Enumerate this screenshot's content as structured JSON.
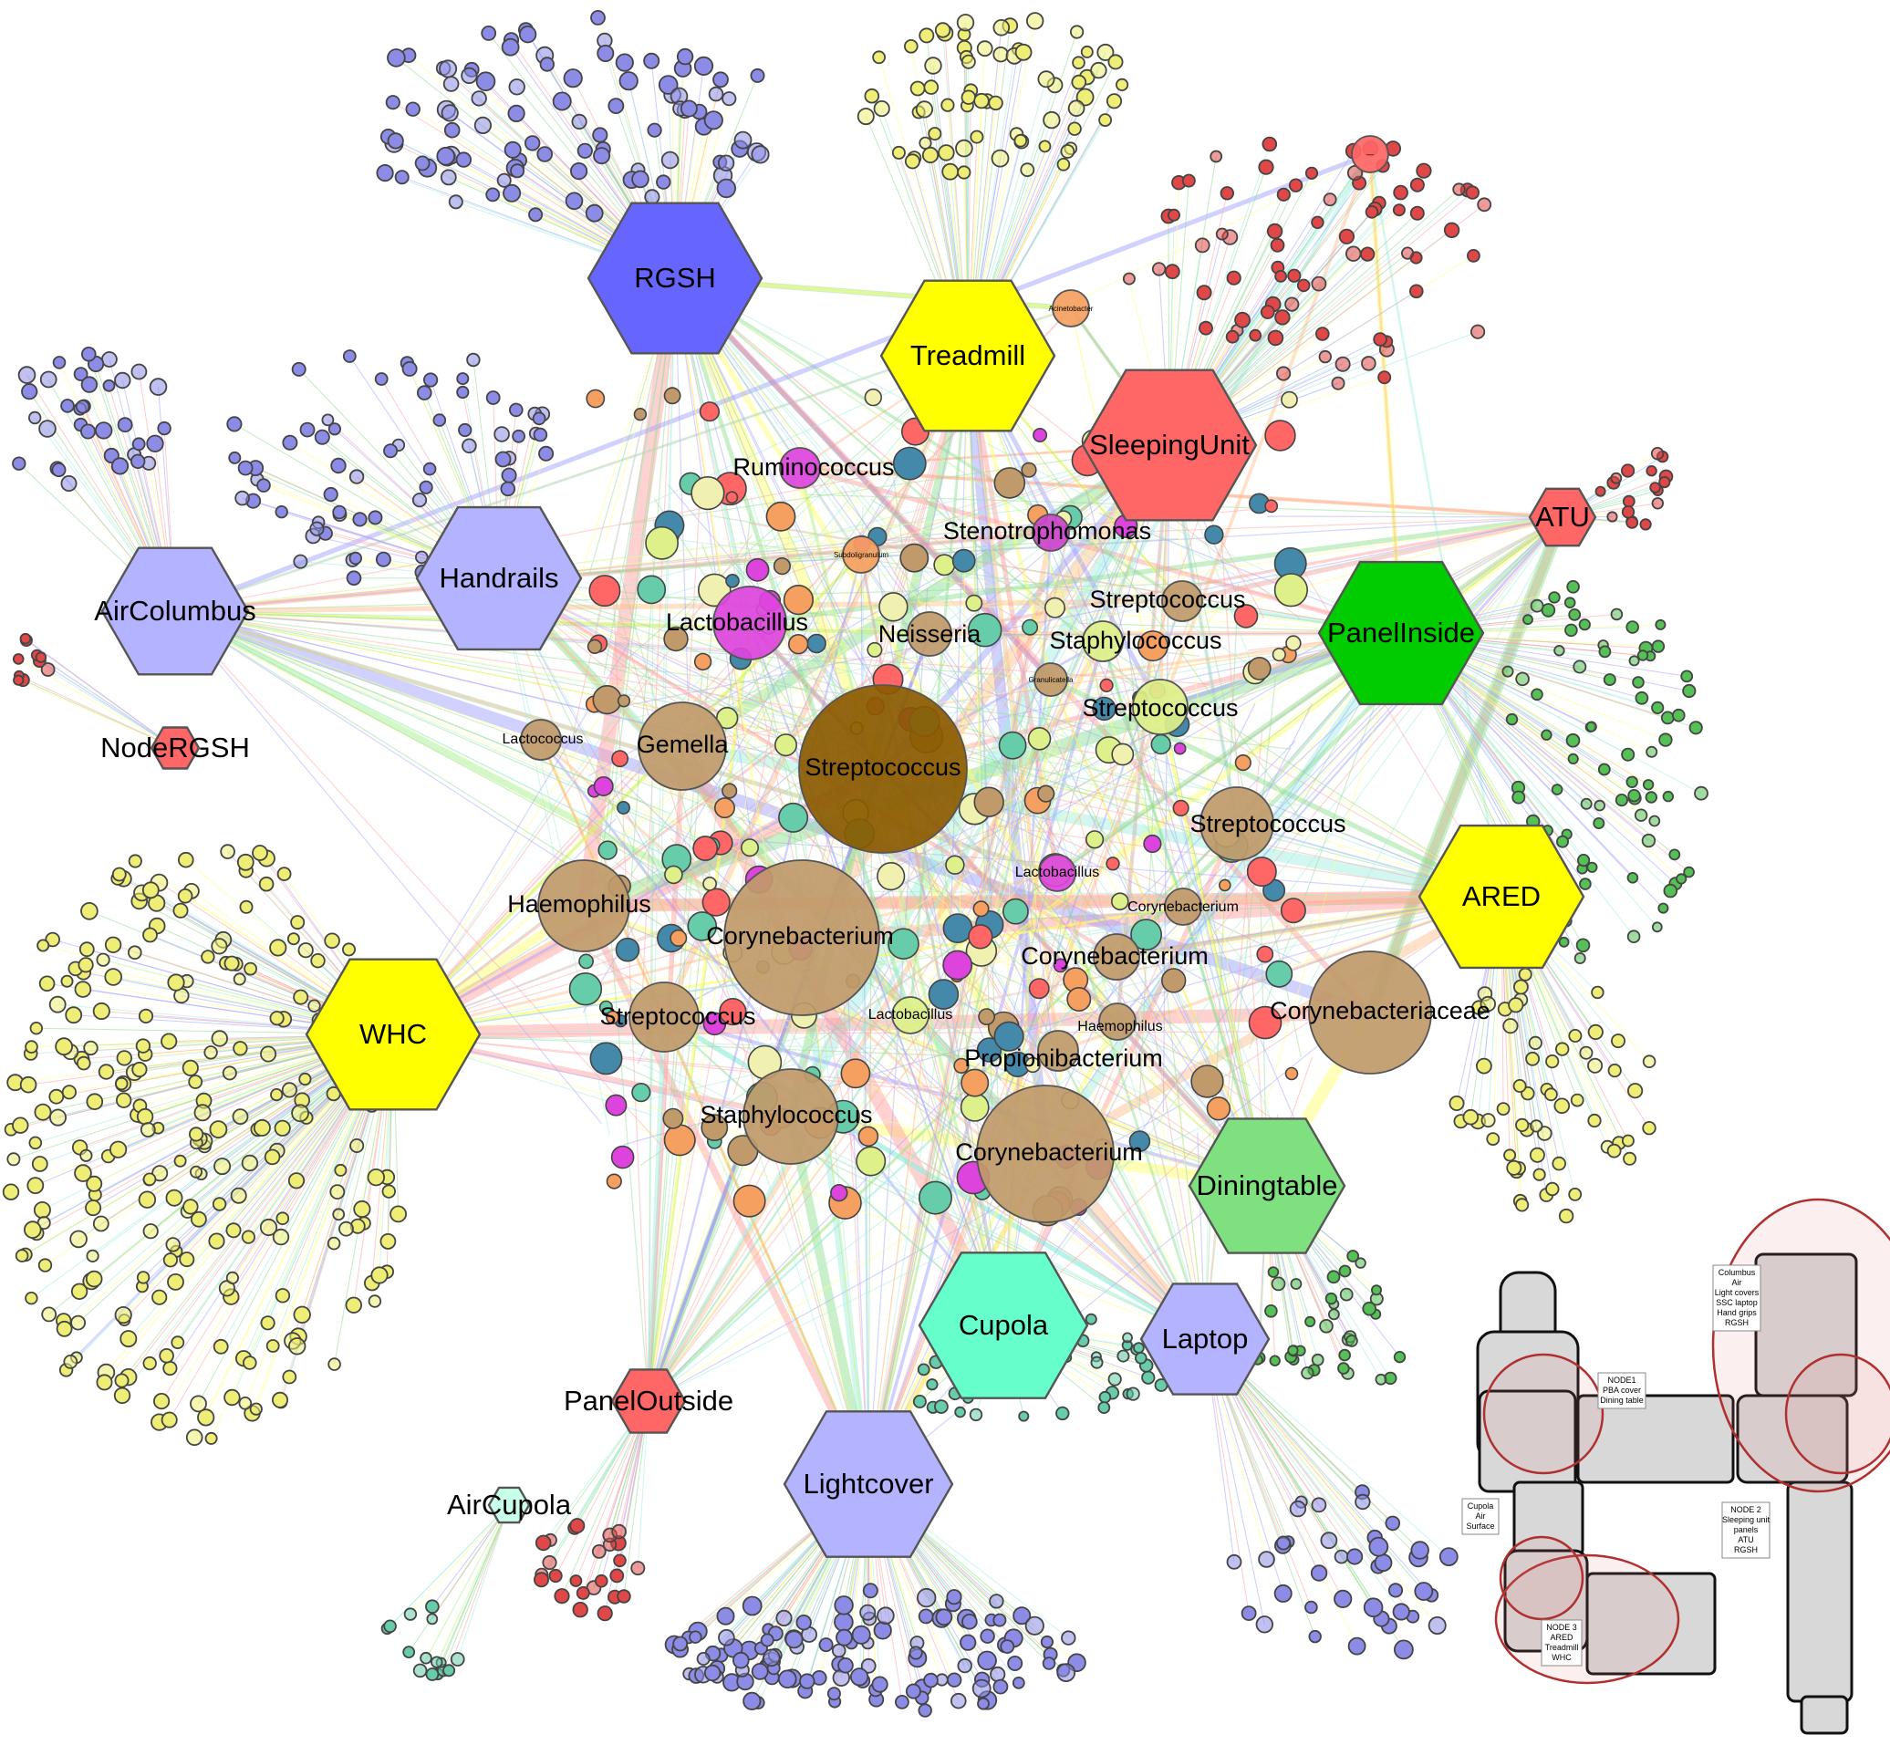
{
  "hubs": [
    {
      "id": "rgsh",
      "label": "RGSH",
      "color": "#6666ff"
    },
    {
      "id": "treadmill",
      "label": "Treadmill",
      "color": "#ffff00"
    },
    {
      "id": "sleeping",
      "label": "SleepingUnit",
      "color": "#ff6666"
    },
    {
      "id": "atu",
      "label": "ATU",
      "color": "#ff6666"
    },
    {
      "id": "aircolumbus",
      "label": "AirColumbus",
      "color": "#b3b3ff"
    },
    {
      "id": "handrails",
      "label": "Handrails",
      "color": "#b3b3ff"
    },
    {
      "id": "panelinside",
      "label": "PanelInside",
      "color": "#00cc00"
    },
    {
      "id": "noderg",
      "label": "NodeRGSH",
      "color": "#ff6666"
    },
    {
      "id": "ared",
      "label": "ARED",
      "color": "#ffff00"
    },
    {
      "id": "whc",
      "label": "WHC",
      "color": "#ffff00"
    },
    {
      "id": "diningtable",
      "label": "Diningtable",
      "color": "#7fe07f"
    },
    {
      "id": "cupola",
      "label": "Cupola",
      "color": "#66ffcc"
    },
    {
      "id": "laptop",
      "label": "Laptop",
      "color": "#b3b3ff"
    },
    {
      "id": "paneloutside",
      "label": "PanelOutside",
      "color": "#ff6666"
    },
    {
      "id": "lightcover",
      "label": "Lightcover",
      "color": "#b3b3ff"
    },
    {
      "id": "aircupola",
      "label": "AirCupola",
      "color": "#c8ffe8"
    }
  ],
  "genera": [
    {
      "id": "g1",
      "label": "Streptococcus",
      "color": "#8b5a00"
    },
    {
      "id": "g2",
      "label": "Corynebacterium",
      "color": "#c09a6a"
    },
    {
      "id": "g3",
      "label": "Corynebacterium",
      "color": "#c09a6a"
    },
    {
      "id": "g4",
      "label": "Corynebacteriaceae",
      "color": "#c09a6a"
    },
    {
      "id": "g5",
      "label": "Staphylococcus",
      "color": "#c09a6a"
    },
    {
      "id": "g6",
      "label": "Haemophilus",
      "color": "#c09a6a"
    },
    {
      "id": "g7",
      "label": "Gemella",
      "color": "#c09a6a"
    },
    {
      "id": "g8",
      "label": "Streptococcus",
      "color": "#c09a6a"
    },
    {
      "id": "g9",
      "label": "Streptococcus",
      "color": "#c09a6a"
    },
    {
      "id": "g10",
      "label": "Lactobacillus",
      "color": "#dd44dd"
    },
    {
      "id": "g11",
      "label": "Ruminococcus",
      "color": "#dd44dd"
    },
    {
      "id": "g12",
      "label": "Stenotrophomonas",
      "color": "#cc44cc"
    },
    {
      "id": "g13",
      "label": "Neisseria",
      "color": "#c09a6a"
    },
    {
      "id": "g14",
      "label": "Streptococcus",
      "color": "#c09a6a"
    },
    {
      "id": "g15",
      "label": "Staphylococcus",
      "color": "#ddf08a"
    },
    {
      "id": "g16",
      "label": "Streptococcus",
      "color": "#ddf08a"
    },
    {
      "id": "g17",
      "label": "Lactococcus",
      "color": "#c09a6a"
    },
    {
      "id": "g18",
      "label": "Corynebacterium",
      "color": "#c09a6a"
    },
    {
      "id": "g19",
      "label": "Haemophilus",
      "color": "#c09a6a"
    },
    {
      "id": "g20",
      "label": "Propionibacterium",
      "color": "#c09a6a"
    },
    {
      "id": "g21",
      "label": "Lactobacillus",
      "color": "#dd44dd"
    },
    {
      "id": "g22",
      "label": "Lactobacillus",
      "color": "#ddf08a"
    },
    {
      "id": "g23",
      "label": "Corynebacterium",
      "color": "#c09a6a"
    },
    {
      "id": "g24",
      "label": "Subdoligranulum",
      "color": "#f5a060"
    },
    {
      "id": "g25",
      "label": "Acinetobacter",
      "color": "#f5a060"
    },
    {
      "id": "g26",
      "label": "Granulicatella",
      "color": "#c09a6a"
    },
    {
      "id": "g27",
      "label": "—",
      "color": "#ff6666"
    }
  ],
  "inset": {
    "boxes": [
      {
        "id": "b1",
        "lines": [
          "Columbus",
          "Air",
          "Light covers",
          "SSC laptop",
          "Hand grips",
          "RGSH"
        ]
      },
      {
        "id": "b2",
        "lines": [
          "NODE1",
          "PBA cover",
          "Dining table"
        ]
      },
      {
        "id": "b3",
        "lines": [
          "NODE 2",
          "Sleeping unit",
          "panels",
          "ATU",
          "RGSH"
        ]
      },
      {
        "id": "b4",
        "lines": [
          "Cupola",
          "Air",
          "Surface"
        ]
      },
      {
        "id": "b5",
        "lines": [
          "NODE 3",
          "ARED",
          "Treadmill",
          "WHC"
        ]
      }
    ]
  },
  "palette": {
    "blue_leaf": "#8c8ce6",
    "yellow_leaf": "#eeee77",
    "red_leaf": "#e04848",
    "green_leaf": "#55c055",
    "teal_leaf": "#66ccaa",
    "stroke": "#444444"
  }
}
